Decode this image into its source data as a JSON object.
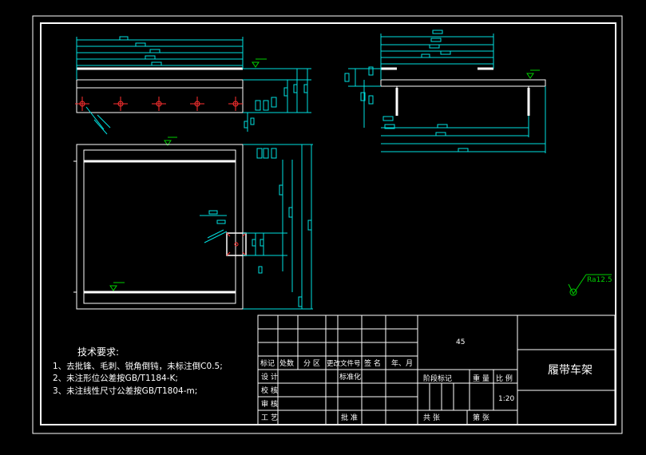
{
  "tech_requirements": {
    "heading": "技术要求:",
    "items": [
      "1、去批锋、毛刺、锐角倒钝，未标注倒C0.5;",
      "2、未注形位公差按GB/T1184-K;",
      "3、未注线性尺寸公差按GB/T1804-m;"
    ]
  },
  "roughness_symbol": {
    "label": "Ra12.5"
  },
  "title_block": {
    "material": "45",
    "part_name": "履带车架",
    "scale": "1:20",
    "change_headers": [
      "标记",
      "处数",
      "分 区",
      "更改文件号",
      "签 名",
      "年、月"
    ],
    "role_labels": [
      "设 计",
      "校 核",
      "审 核",
      "工 艺"
    ],
    "standardization": "标准化",
    "approval": "批 准",
    "stage_mark": "阶段标记",
    "weight": "重 量",
    "ratio": "比 例",
    "sheets_total": "共    张",
    "sheet_no": "第    张"
  },
  "colors": {
    "background": "#000000",
    "outline": "#ffffff",
    "dimension": "#00e0e0",
    "annotation": "#00d000",
    "hole_center": "#ff3030"
  }
}
